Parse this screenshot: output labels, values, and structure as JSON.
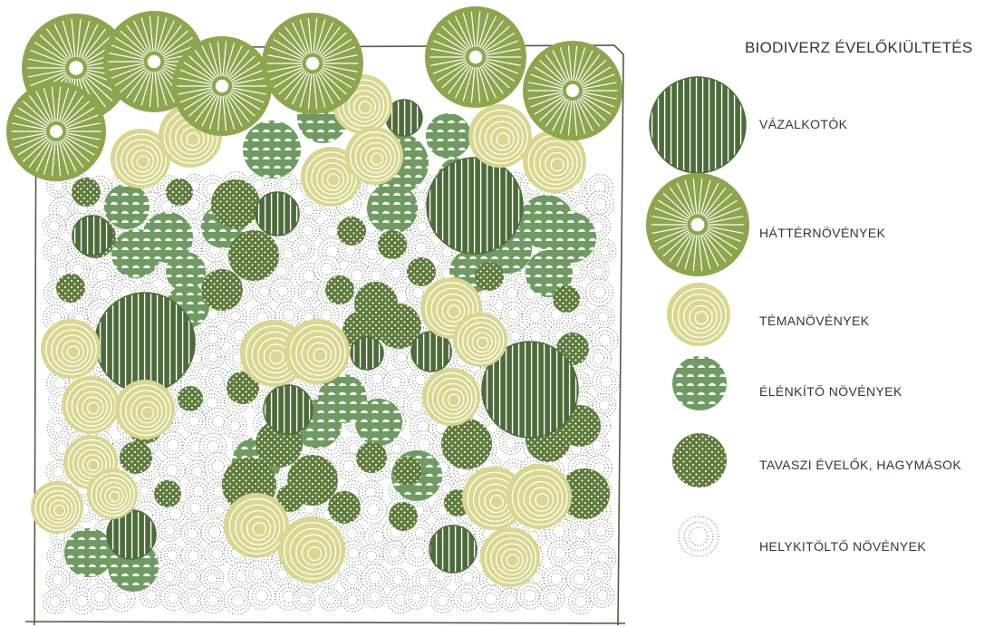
{
  "legend": {
    "title": "BIODIVERZ ÉVELŐKIÜLTETÉS",
    "items": [
      {
        "key": "vazalkotok",
        "label": "VÁZALKOTÓK",
        "pattern": "vertical-stripes",
        "color": "#4d6b3a"
      },
      {
        "key": "hatternovenyek",
        "label": "HÁTTÉRNÖVÉNYEK",
        "pattern": "radial-rays",
        "color": "#8da64e"
      },
      {
        "key": "temanovenyek",
        "label": "TÉMANÖVÉNYEK",
        "pattern": "concentric-rings",
        "color": "#d9d78f"
      },
      {
        "key": "elenkito",
        "label": "ÉLÉNKÍTŐ NÖVÉNYEK",
        "pattern": "scallop-dots",
        "color": "#6f9b63"
      },
      {
        "key": "tavaszi",
        "label": "TAVASZI ÉVELŐK, HAGYMÁSOK",
        "pattern": "dense-dots",
        "color": "#5f7c3c"
      },
      {
        "key": "helykitolto",
        "label": "HELYKITÖLTŐ NÖVÉNYEK",
        "pattern": "dotted-rings",
        "color": "#7f8a7a"
      }
    ]
  }
}
